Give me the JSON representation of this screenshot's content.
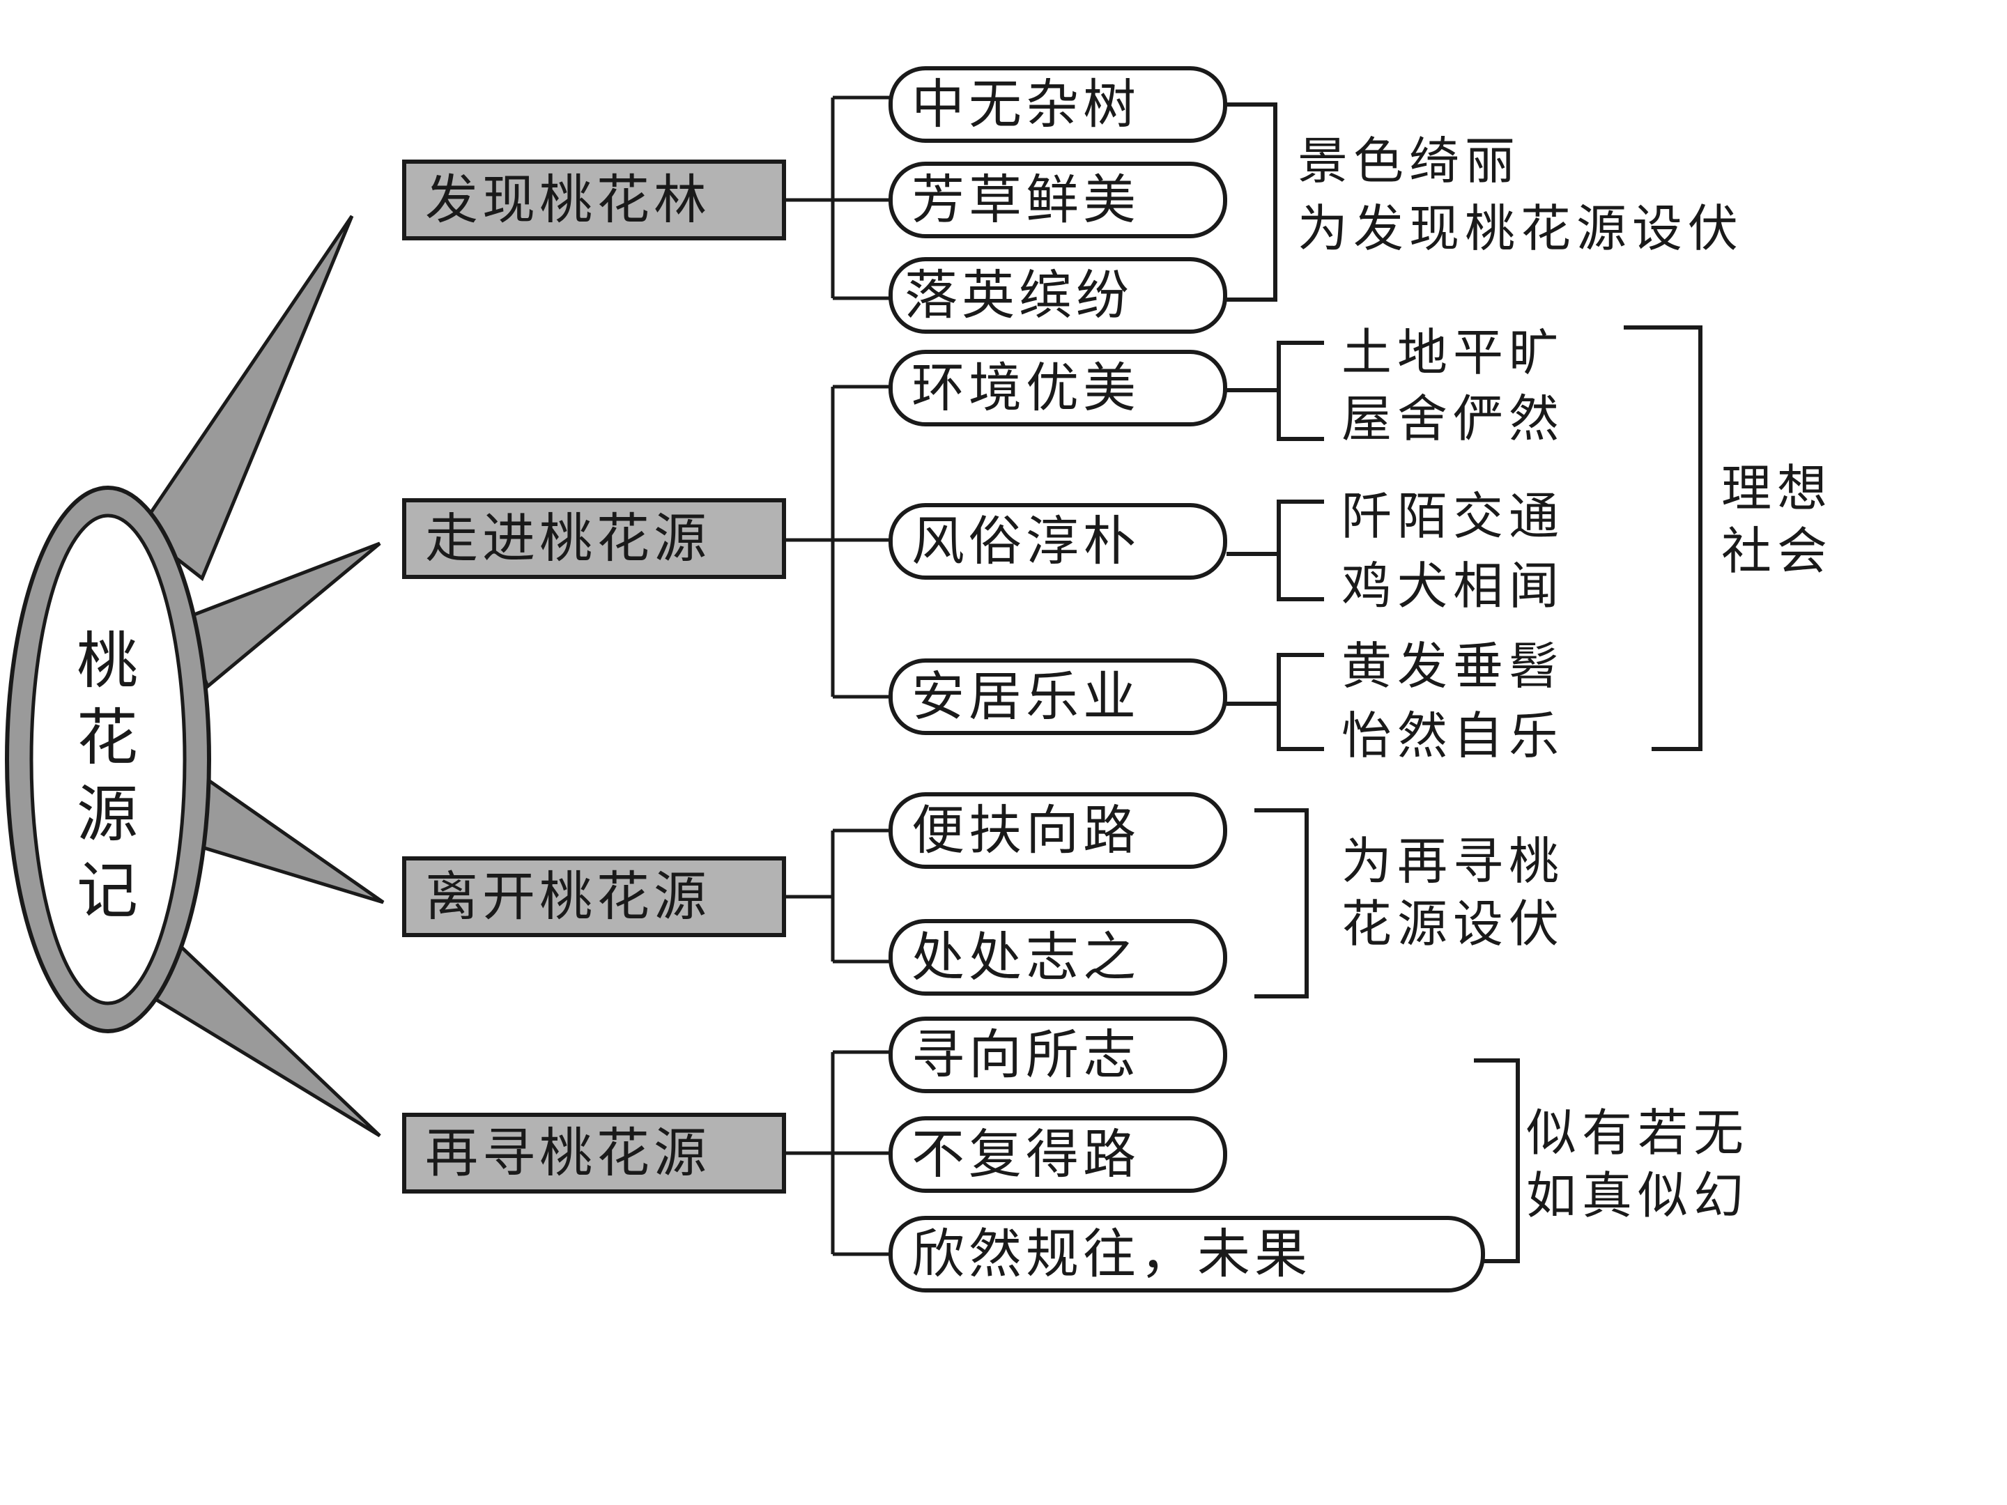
{
  "title": "桃花源记",
  "title_chars": [
    "桃",
    "花",
    "源",
    "记"
  ],
  "sections": [
    {
      "label": "发现桃花林",
      "items": [
        "中无杂树",
        "芳草鲜美",
        "落英缤纷"
      ],
      "notes": [
        "景色绮丽",
        "为发现桃花源设伏"
      ]
    },
    {
      "label": "走进桃花源",
      "items": [
        {
          "label": "环境优美",
          "notes": [
            "土地平旷",
            "屋舍俨然"
          ]
        },
        {
          "label": "风俗淳朴",
          "notes": [
            "阡陌交通",
            "鸡犬相闻"
          ]
        },
        {
          "label": "安居乐业",
          "notes": [
            "黄发垂髫",
            "怡然自乐"
          ]
        }
      ],
      "notes": [
        "理想",
        "社会"
      ]
    },
    {
      "label": "离开桃花源",
      "items": [
        "便扶向路",
        "处处志之"
      ],
      "notes": [
        "为再寻桃",
        "花源设伏"
      ]
    },
    {
      "label": "再寻桃花源",
      "items": [
        "寻向所志",
        "不复得路",
        "欣然规往，未果"
      ],
      "notes": [
        "似有若无",
        "如真似幻"
      ]
    }
  ],
  "colors": {
    "section_fill": "#b3b3b3",
    "spike_fill": "#9a9a9a",
    "line": "#1a1a1a",
    "background": "#ffffff"
  }
}
